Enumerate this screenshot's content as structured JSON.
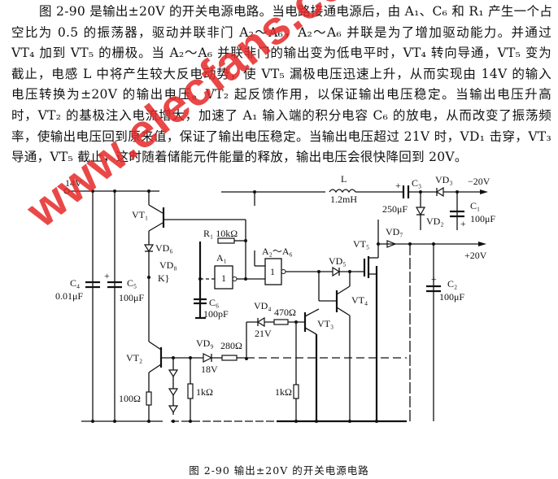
{
  "paragraph": {
    "lines": [
      "图 2-90 是输出±20V 的开关电源电路。当电路接通电源后，由 A₁、C₆ 和 R₁ 产生一个占",
      "空比为 0.5 的振荡器，驱动并联非门 A₂～A₆，A₂～A₆ 并联是为了增加驱动能力。并通过",
      "VT₄ 加到 VT₅ 的栅极。当 A₂～A₆ 并联非门的输出变为低电平时，VT₄ 转向导通，VT₅ 变为",
      "截止，电感 L 中将产生较大反电动势，使 VT₅ 漏极电压迅速上升，从而实现由 14V 的输入",
      "电压转换为±20V 的输出电压。VT₂ 起反馈作用，以保证输出电压稳定。当输出电压升高",
      "时，VT₂ 的基极注入电流增大，加速了 A₁ 输入端的积分电容 C₆ 的放电，从而改变了振荡频",
      "率，使输出电压回到原来值，保证了输出电压稳定。当输出电压超过 21V 时，VD₁ 击穿，VT₃",
      "导通，VT₅ 截止，这时随着储能元件能量的释放，输出电压会很快降回到 20V。"
    ]
  },
  "circuit": {
    "input_voltage": "14V",
    "vt1": "VT₁",
    "vt2": "VT₂",
    "vt3": "VT₃",
    "vt4": "VT₄",
    "vt5": "VT₅",
    "vd6": "VD₆",
    "vd8": "VD₈",
    "vd8_mark": "K}",
    "r1": "R₁ 10kΩ",
    "a1": "A₁",
    "a1_gate": "1",
    "a2a6": "A₂～A₆",
    "a2a6_gate": "1",
    "c4": "C₄",
    "c4_val": "0.01μF",
    "c5": "C₅",
    "c5_val": "100μF",
    "c6": "C₆",
    "c6_val": "100pF",
    "inductor": "L",
    "inductor_val": "1.2mH",
    "c3": "C₃",
    "c3_val": "250μF",
    "vd3": "VD₃",
    "vd2": "VD₂",
    "c1": "C₁",
    "c1_val": "100μF",
    "neg_out": "−20V",
    "pos_out": "+20V",
    "vd7": "VD₇",
    "vd5": "VD₅",
    "c2": "C₂",
    "c2_val": "100μF",
    "vd4": "VD₄",
    "vd4_val": "21V",
    "r470": "470Ω",
    "vd9": "VD₉",
    "vd9_val": "18V",
    "r280": "280Ω",
    "r100": "100Ω",
    "r1k_a": "1kΩ",
    "r1k_b": "1kΩ",
    "plus": "+"
  },
  "caption": "图 2-90   输出±20V 的开关电源电路",
  "watermark": "www.elecfans.com"
}
